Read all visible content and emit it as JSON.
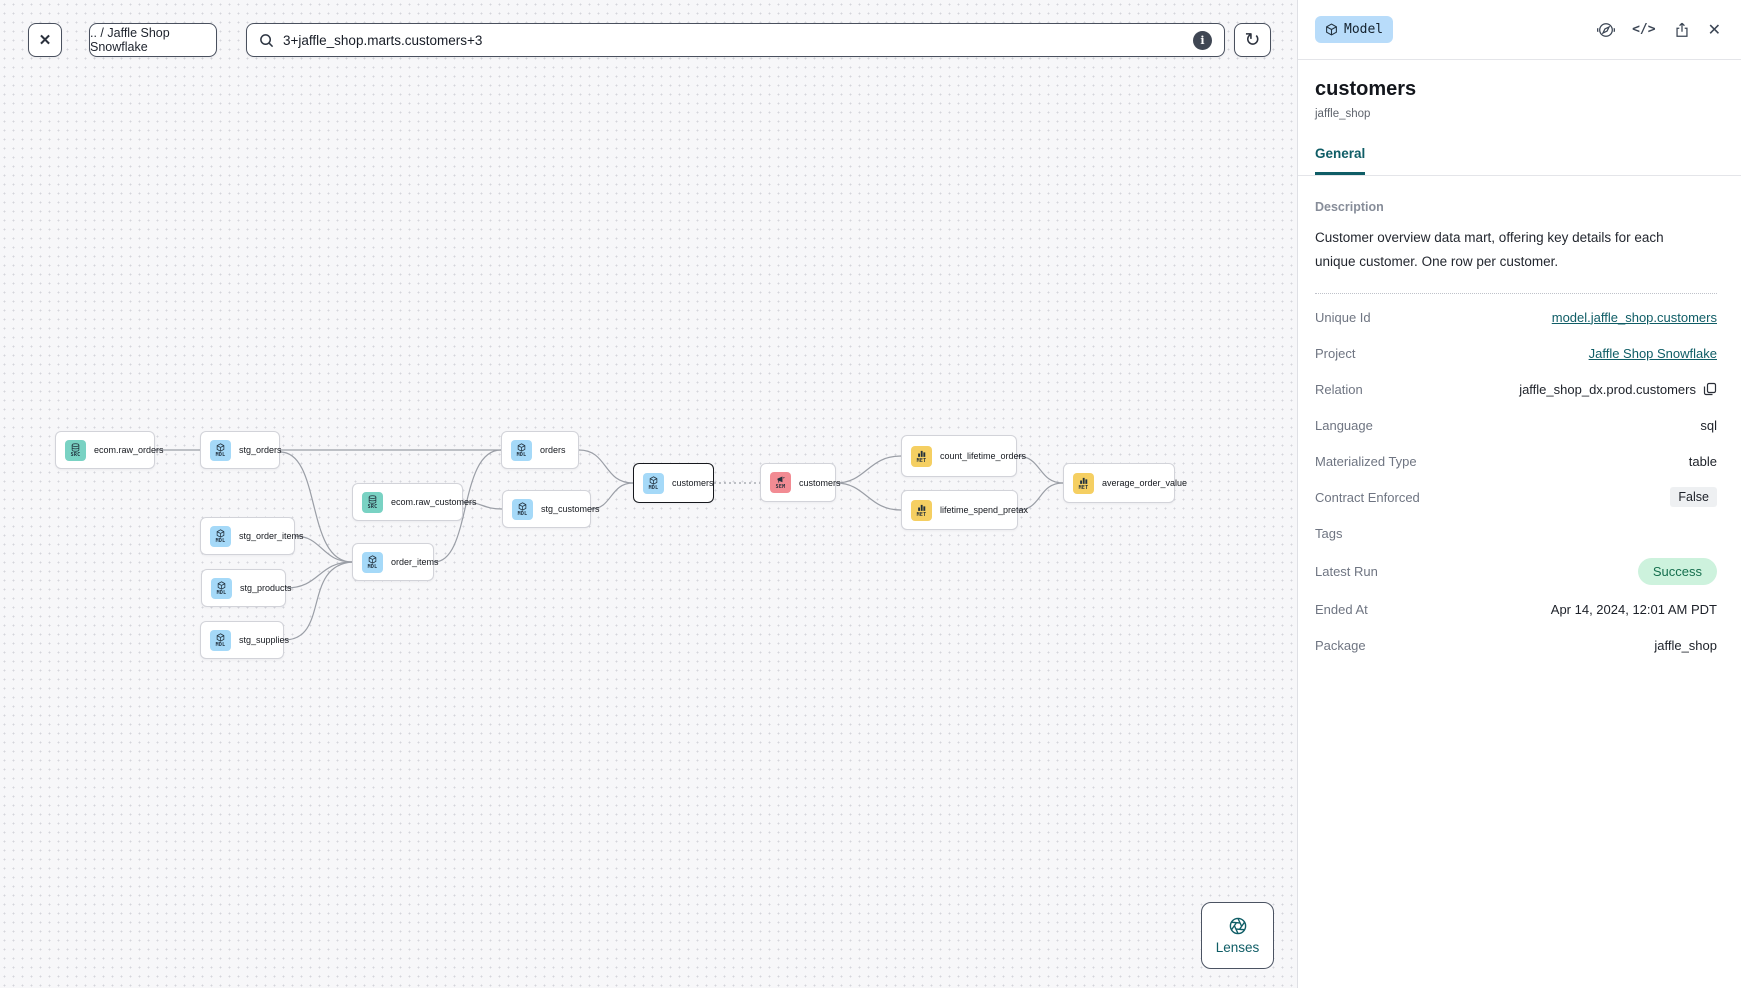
{
  "toolbar": {
    "close_glyph": "✕",
    "breadcrumb": ".. / Jaffle Shop Snowflake",
    "search_value": "3+jaffle_shop.marts.customers+3",
    "info_glyph": "i",
    "refresh_glyph": "↻"
  },
  "canvas": {
    "nodes": [
      {
        "label": "ecom.raw_orders",
        "badge": "SRC"
      },
      {
        "label": "stg_orders",
        "badge": "MDL"
      },
      {
        "label": "ecom.raw_customers",
        "badge": "SRC"
      },
      {
        "label": "stg_order_items",
        "badge": "MDL"
      },
      {
        "label": "order_items",
        "badge": "MDL"
      },
      {
        "label": "stg_products",
        "badge": "MDL"
      },
      {
        "label": "stg_supplies",
        "badge": "MDL"
      },
      {
        "label": "orders",
        "badge": "MDL"
      },
      {
        "label": "stg_customers",
        "badge": "MDL"
      },
      {
        "label": "customers",
        "badge": "MDL",
        "selected": true
      },
      {
        "label": "customers",
        "badge": "SEM"
      },
      {
        "label": "count_lifetime_orders",
        "badge": "MET"
      },
      {
        "label": "lifetime_spend_pretax",
        "badge": "MET"
      },
      {
        "label": "average_order_value",
        "badge": "MET"
      }
    ],
    "lenses_label": "Lenses"
  },
  "panel": {
    "resource_type": "Model",
    "code_glyph": "</>",
    "close_glyph": "✕",
    "title": "customers",
    "subtitle": "jaffle_shop",
    "tab": "General",
    "description_label": "Description",
    "description": "Customer overview data mart, offering key details for each unique customer. One row per customer.",
    "rows": [
      {
        "label": "Unique Id",
        "value": "model.jaffle_shop.customers",
        "type": "link"
      },
      {
        "label": "Project",
        "value": "Jaffle Shop Snowflake",
        "type": "link"
      },
      {
        "label": "Relation",
        "value": "jaffle_shop_dx.prod.customers",
        "type": "copy"
      },
      {
        "label": "Language",
        "value": "sql",
        "type": "text"
      },
      {
        "label": "Materialized Type",
        "value": "table",
        "type": "text"
      },
      {
        "label": "Contract Enforced",
        "value": "False",
        "type": "badge"
      },
      {
        "label": "Tags",
        "value": "",
        "type": "text"
      },
      {
        "label": "Latest Run",
        "value": "Success",
        "type": "status"
      },
      {
        "label": "Ended At",
        "value": "Apr 14, 2024, 12:01 AM PDT",
        "type": "text"
      },
      {
        "label": "Package",
        "value": "jaffle_shop",
        "type": "text"
      }
    ]
  },
  "colors": {
    "accent_teal": "#0f5d66",
    "model_badge_bg": "#b8dcfa",
    "src_chip": "#79d2c3",
    "mdl_chip": "#a5d9f8",
    "sem_chip": "#f28b93",
    "met_chip": "#f5cf62",
    "success_bg": "#cdf2dd",
    "success_text": "#166f4e",
    "canvas_bg": "#f7f7f9",
    "selected_border": "#16181d"
  }
}
